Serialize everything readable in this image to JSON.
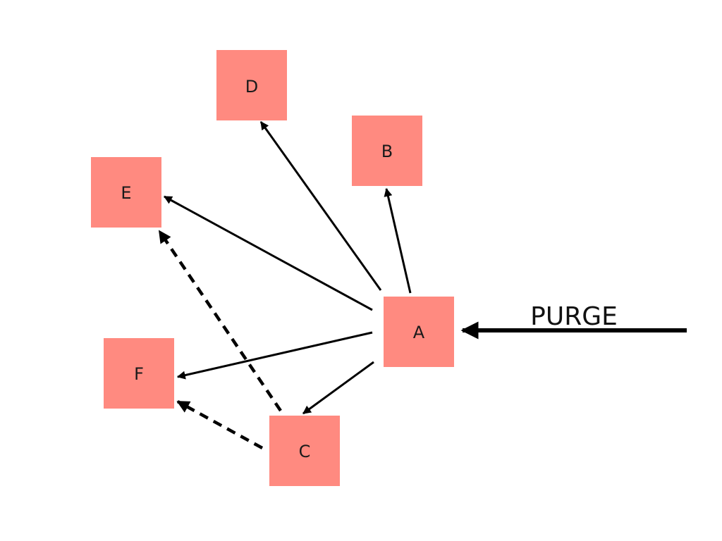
{
  "nodes": {
    "a": {
      "label": "A"
    },
    "b": {
      "label": "B"
    },
    "c": {
      "label": "C"
    },
    "d": {
      "label": "D"
    },
    "e": {
      "label": "E"
    },
    "f": {
      "label": "F"
    }
  },
  "purge": {
    "label": "PURGE"
  },
  "edges": [
    {
      "from": "A",
      "to": "B",
      "style": "solid"
    },
    {
      "from": "A",
      "to": "D",
      "style": "solid"
    },
    {
      "from": "A",
      "to": "E",
      "style": "solid"
    },
    {
      "from": "A",
      "to": "F",
      "style": "solid"
    },
    {
      "from": "A",
      "to": "C",
      "style": "solid"
    },
    {
      "from": "C",
      "to": "E",
      "style": "dashed"
    },
    {
      "from": "C",
      "to": "F",
      "style": "dashed"
    },
    {
      "from": "PURGE",
      "to": "A",
      "style": "thick"
    }
  ],
  "colors": {
    "node_fill": "#ff8a80",
    "edge": "#000000"
  }
}
